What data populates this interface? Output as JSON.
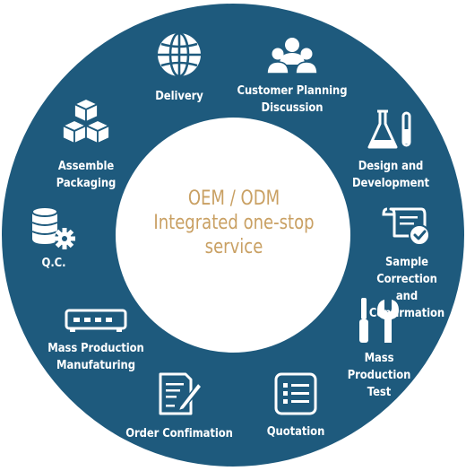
{
  "center": {
    "text": "OEM / ODM\nIntegrated one-stop\nservice"
  },
  "steps": [
    {
      "label": "Delivery",
      "icon": "globe-icon"
    },
    {
      "label": "Customer Planning\nDiscussion",
      "icon": "people-icon"
    },
    {
      "label": "Design and\nDevelopment",
      "icon": "flask-icon"
    },
    {
      "label": "Sample Correction\nand Confirmation",
      "icon": "document-check-icon"
    },
    {
      "label": "Mass Production\nTest",
      "icon": "tools-icon"
    },
    {
      "label": "Quotation",
      "icon": "list-icon"
    },
    {
      "label": "Order Confimation",
      "icon": "form-pen-icon"
    },
    {
      "label": "Mass Production\nManufaturing",
      "icon": "machine-icon"
    },
    {
      "label": "Q.C.",
      "icon": "database-gear-icon"
    },
    {
      "label": "Assemble\nPackaging",
      "icon": "boxes-icon"
    }
  ],
  "colors": {
    "ring": "#1e5a7d",
    "center_text": "#c9a063",
    "icon": "#ffffff",
    "background": "#ffffff"
  }
}
